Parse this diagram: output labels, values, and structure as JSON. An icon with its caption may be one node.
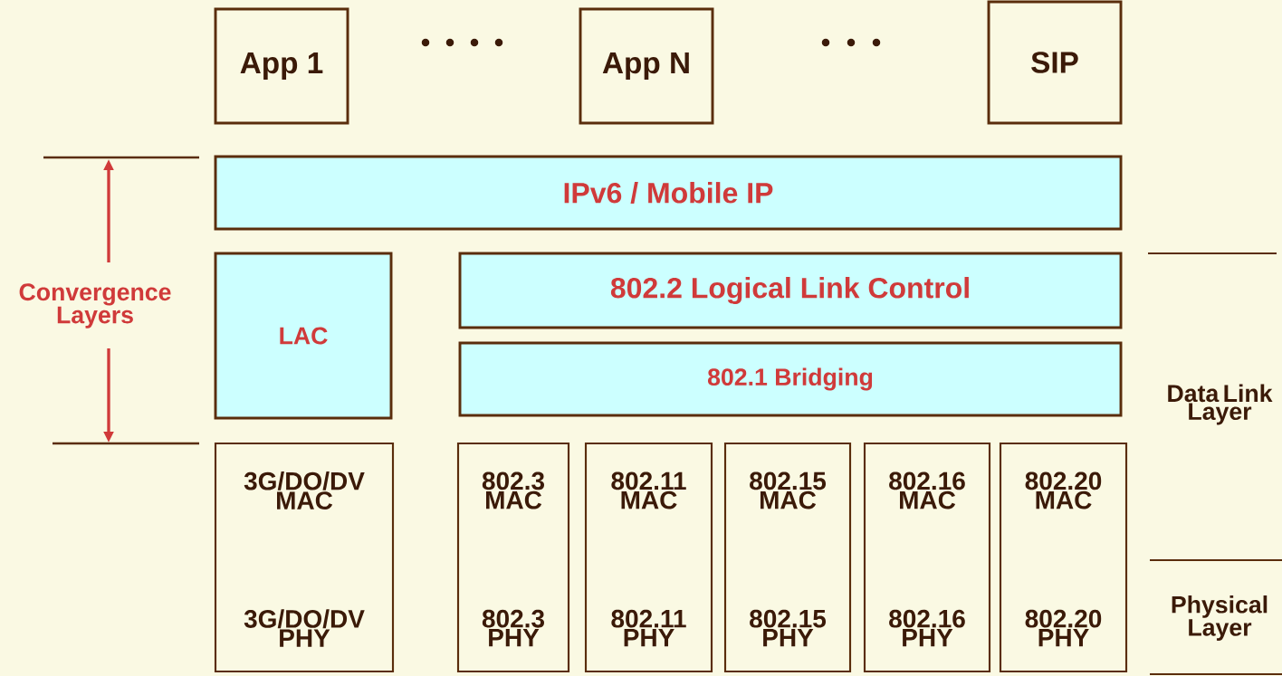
{
  "diagram": {
    "nodes": [
      {
        "text": [
          "App 1"
        ]
      },
      {
        "text": [
          "App N"
        ]
      },
      {
        "text": [
          "SIP"
        ]
      },
      {
        "text": [
          "IPv6 / Mobile IP"
        ]
      },
      {
        "text": [
          "LAC"
        ]
      },
      {
        "text": [
          "802.2 Logical Link Control"
        ]
      },
      {
        "text": [
          "802.1 Bridging"
        ]
      },
      {
        "text": [
          "3G/DO/DV MAC",
          "3G/DO/DV PHY"
        ]
      },
      {
        "text": [
          "802.3 MAC",
          "802.3 PHY"
        ]
      },
      {
        "text": [
          "802.11 MAC",
          "802.11 PHY"
        ]
      },
      {
        "text": [
          "802.15 MAC",
          "802.15 PHY"
        ]
      },
      {
        "text": [
          "802.16 MAC",
          "802.16 PHY"
        ]
      },
      {
        "text": [
          "802.20 MAC",
          "802.20 PHY"
        ]
      }
    ],
    "labels": [
      "Convergence Layers",
      "Data Link Layer",
      "Physical Layer"
    ]
  }
}
